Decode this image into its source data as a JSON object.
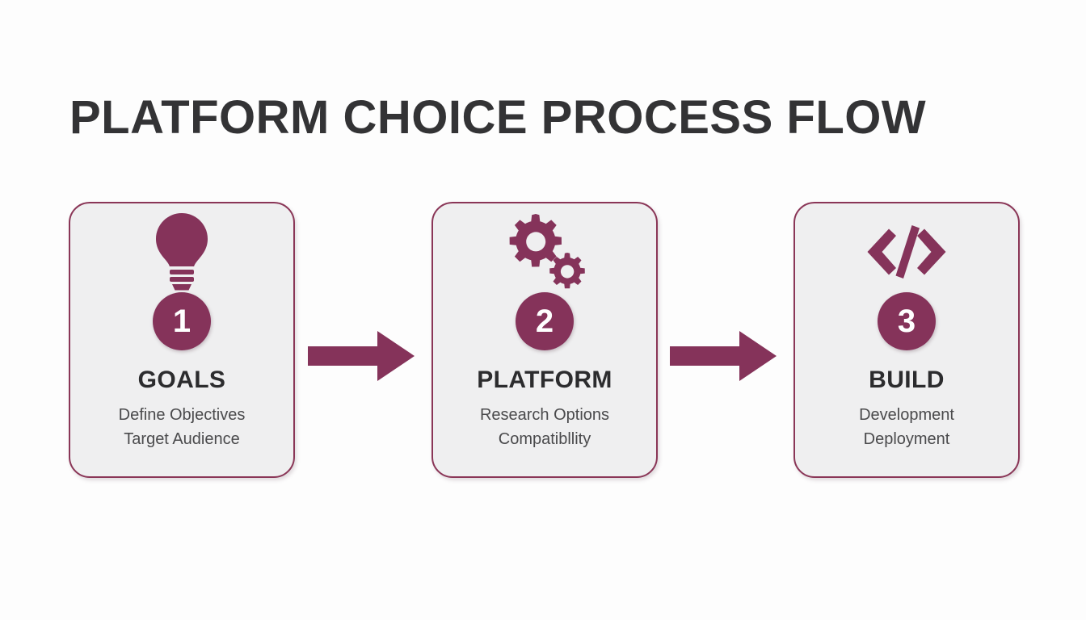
{
  "slide": {
    "title": "PLATFORM CHOICE PROCESS FLOW",
    "background_color": "#fdfdfd",
    "accent_color": "#85335a",
    "card_background_color": "#efeff0",
    "card_border_color": "#8a3657",
    "title_color": "#333335",
    "label_color": "#2c2c2e",
    "body_color": "#4a4a4c"
  },
  "steps": [
    {
      "number": "1",
      "icon": "lightbulb-icon",
      "label": "GOALS",
      "lines": [
        "Define Objectives",
        "Target Audience"
      ]
    },
    {
      "number": "2",
      "icon": "gears-icon",
      "label": "PLATFORM",
      "lines": [
        "Research Options",
        "Compatibllity"
      ]
    },
    {
      "number": "3",
      "icon": "code-brackets-icon",
      "label": "BUILD",
      "lines": [
        "Development",
        "Deployment"
      ]
    }
  ],
  "connectors": [
    {
      "name": "arrow-step1-to-step2",
      "direction": "right"
    },
    {
      "name": "arrow-step2-to-step3",
      "direction": "right"
    }
  ]
}
